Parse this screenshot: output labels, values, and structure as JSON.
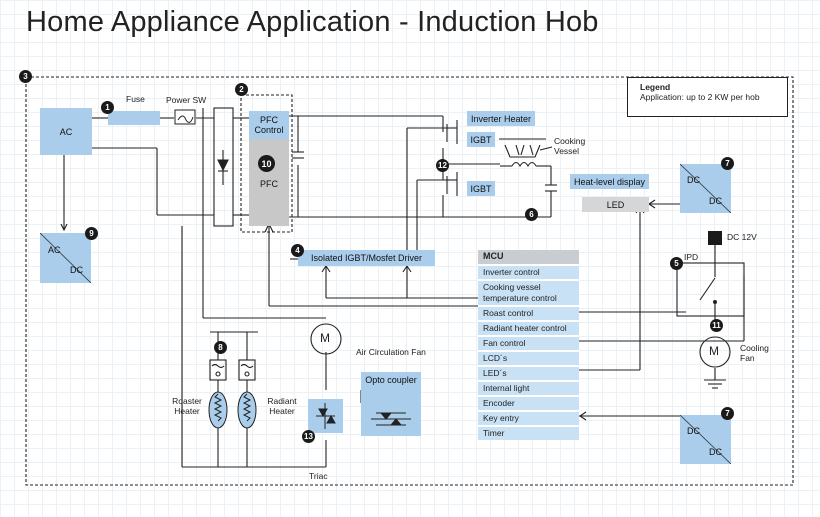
{
  "title": "Home Appliance Application - Induction Hob",
  "legend": {
    "title": "Legend",
    "text": "Application: up to 2 KW per hob"
  },
  "blocks": {
    "ac": "AC",
    "pfc_control": "PFC Control",
    "pfc": "PFC",
    "ac_dc_top": "AC",
    "ac_dc_bottom": "DC",
    "isolated_driver": "Isolated IGBT/Mosfet Driver",
    "inverter_heater": "Inverter Heater",
    "igbt_top": "IGBT",
    "igbt_bottom": "IGBT",
    "heat_level_display": "Heat-level display",
    "led": "LED",
    "dcdc_top_a": "DC",
    "dcdc_top_b": "DC",
    "dcdc_bottom_a": "DC",
    "dcdc_bottom_b": "DC",
    "opto_coupler": "Opto coupler"
  },
  "labels": {
    "fuse": "Fuse",
    "power_sw": "Power SW",
    "cooking_vessel": "Cooking Vessel",
    "dc_12v": "DC 12V",
    "ipd": "IPD",
    "cooling_fan": "Cooling Fan",
    "air_circulation_fan": "Air Circulation Fan",
    "roaster_heater": "Roaster Heater",
    "radiant_heater": "Radiant Heater",
    "triac": "Triac",
    "motor": "M"
  },
  "numbers": {
    "n1": "1",
    "n2": "2",
    "n3": "3",
    "n4": "4",
    "n5": "5",
    "n6": "6",
    "n7a": "7",
    "n7b": "7",
    "n8": "8",
    "n9": "9",
    "n10": "10",
    "n11": "11",
    "n12": "12",
    "n13": "13"
  },
  "mcu": {
    "title": "MCU",
    "items": [
      "Inverter control",
      "Cooking vessel temperature control",
      "Roast control",
      "Radiant heater control",
      "Fan control",
      "LCD´s",
      "LED´s",
      "Internal light",
      "Encoder",
      "Key entry",
      "Timer"
    ]
  },
  "colors": {
    "block_fill": "#a9cdea",
    "mcu_row": "#c9e1f4",
    "mcu_head": "#c9cdd1",
    "pfc_grey": "#c8c8c8"
  }
}
